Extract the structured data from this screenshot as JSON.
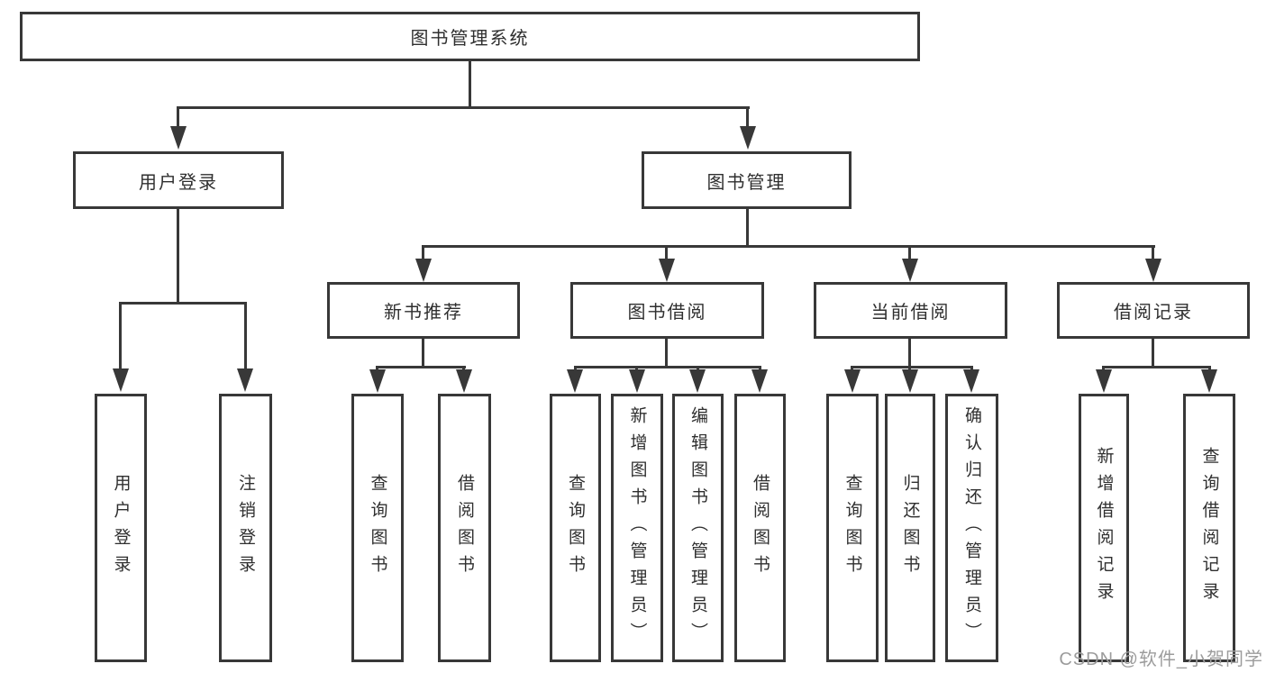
{
  "diagram": {
    "root": "图书管理系统",
    "branches": [
      {
        "label": "用户登录",
        "children": [
          "用户登录",
          "注销登录"
        ]
      },
      {
        "label": "图书管理",
        "sections": [
          {
            "label": "新书推荐",
            "children": [
              "查询图书",
              "借阅图书"
            ]
          },
          {
            "label": "图书借阅",
            "children": [
              "查询图书",
              "新增图书（管理员）",
              "编辑图书（管理员）",
              "借阅图书"
            ]
          },
          {
            "label": "当前借阅",
            "children": [
              "查询图书",
              "归还图书",
              "确认归还（管理员）"
            ]
          },
          {
            "label": "借阅记录",
            "children": [
              "新增借阅记录",
              "查询借阅记录"
            ]
          }
        ]
      }
    ]
  },
  "watermark": {
    "text": "CSDN @软件_小贺同学"
  },
  "colors": {
    "line": "#383838",
    "text": "#2f2f2f",
    "watermark": "#9c9c9c",
    "background": "#ffffff"
  }
}
